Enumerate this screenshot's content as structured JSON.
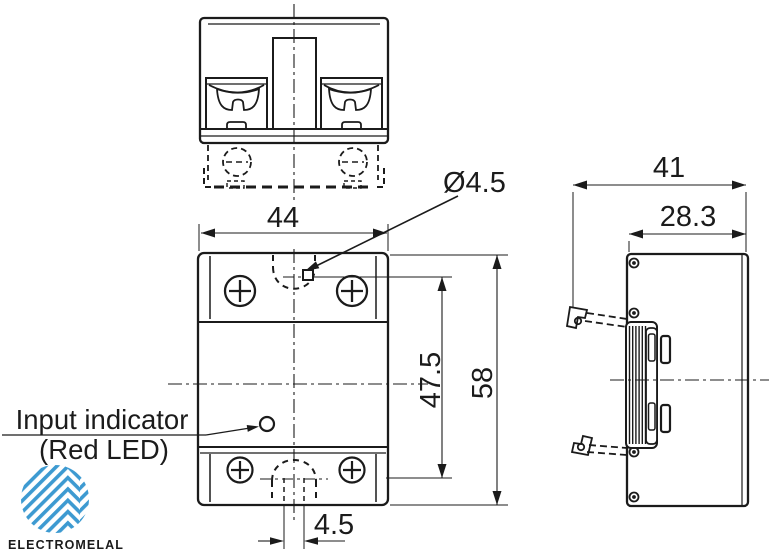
{
  "meta": {
    "background": "#ffffff",
    "line_color": "#1b1b1b"
  },
  "drawing": {
    "type": "technical-dimensional-drawing",
    "subject": "Solid state relay package with DIN-rail clip — top, front and side views",
    "dimensions": {
      "front_width": "44",
      "front_hole_diameter": "Ø4.5",
      "hole_spacing_vertical": "47.5",
      "front_height": "58",
      "bottom_slot_width": "4.5",
      "side_depth_overall": "41",
      "side_depth_body": "28.3"
    },
    "labels": {
      "input_indicator_line1": "Input indicator",
      "input_indicator_line2": "(Red LED)"
    }
  },
  "branding": {
    "logo_text": "ELECTROMELAL",
    "logo_text_color": "#2b80c2",
    "logo_stripe_color": "#3d9ad1"
  }
}
